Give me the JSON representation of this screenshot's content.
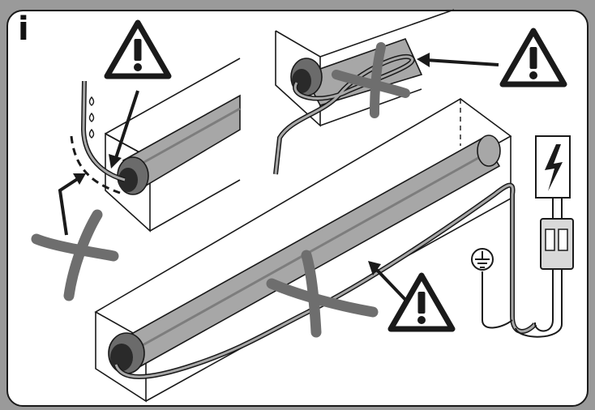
{
  "panel": {
    "label": "i"
  },
  "colors": {
    "background": "#9a9a9a",
    "panel": "#ffffff",
    "line": "#1a1a1a",
    "tube": "#a7a7a7",
    "tube_dark": "#7d7d7d",
    "cross": "#6e6e6e",
    "motor_head": "#2a2a2a"
  },
  "icons": [
    {
      "name": "warning-triangle-icon-top-left"
    },
    {
      "name": "warning-triangle-icon-top-right"
    },
    {
      "name": "warning-triangle-icon-bottom"
    },
    {
      "name": "electricity-warning-icon"
    },
    {
      "name": "ground-symbol-icon"
    },
    {
      "name": "circuit-breaker-icon"
    },
    {
      "name": "prohibited-cross-icon"
    }
  ]
}
